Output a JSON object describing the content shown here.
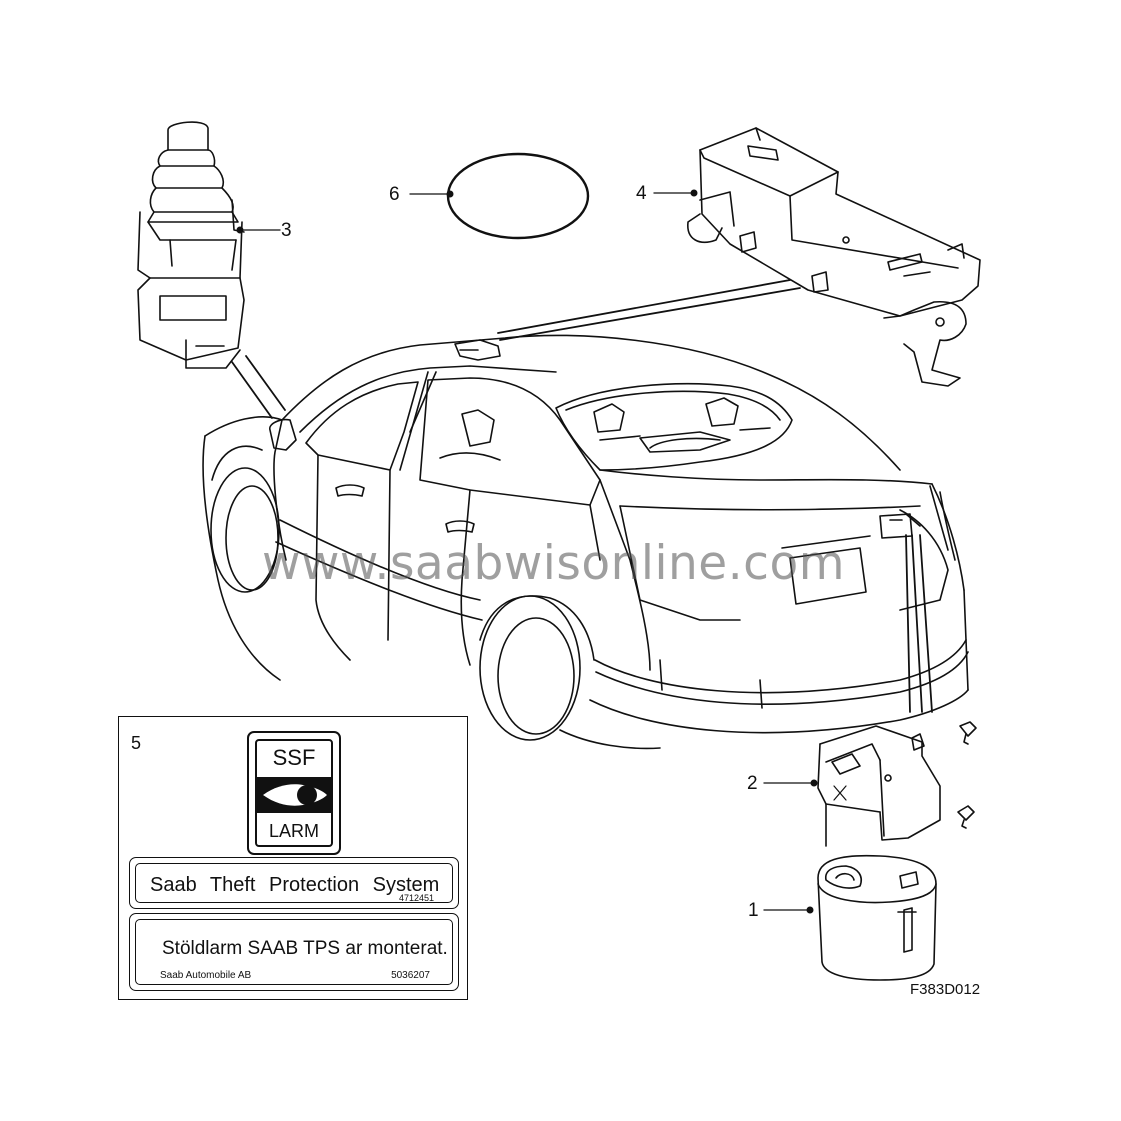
{
  "callouts": {
    "item1": "1",
    "item2": "2",
    "item3": "3",
    "item4": "4",
    "item5": "5",
    "item6": "6"
  },
  "watermark": "www.saabwisonline.com",
  "figure_code": "F383D012",
  "label_panel": {
    "ssf_top": "SSF",
    "ssf_bottom": "LARM",
    "sign1_text": "Saab Theft Protection System",
    "sign1_code": "4712451",
    "sign2_text": "Stöldlarm SAAB TPS ar monterat.",
    "sign2_maker": "Saab Automobile AB",
    "sign2_code": "5036207"
  },
  "colors": {
    "line": "#111111",
    "watermark": "#7a7a7a",
    "background": "#ffffff"
  }
}
